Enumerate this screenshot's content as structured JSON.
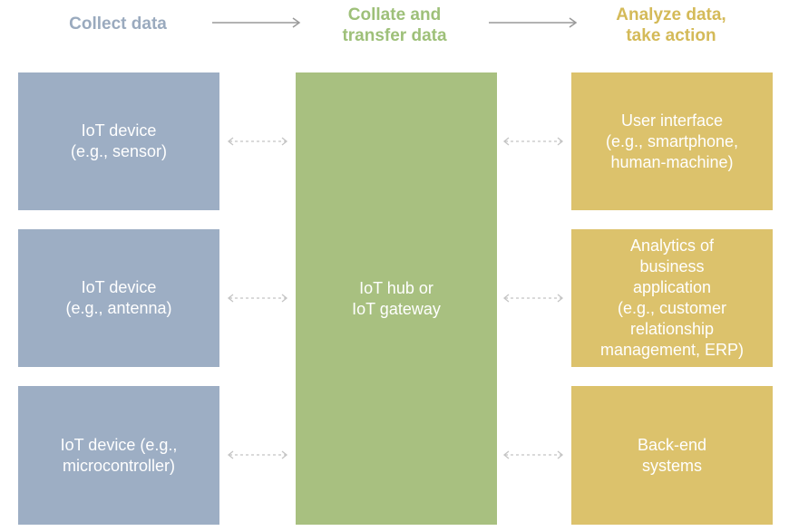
{
  "headers": {
    "collect": "Collect data",
    "collate": "Collate and\ntransfer data",
    "analyze": "Analyze data,\ntake action"
  },
  "devices": [
    "IoT device\n(e.g., sensor)",
    "IoT device\n(e.g., antenna)",
    "IoT device (e.g.,\nmicrocontroller)"
  ],
  "hub": "IoT hub or\nIoT gateway",
  "actions": [
    "User interface\n(e.g., smartphone,\nhuman-machine)",
    "Analytics of\nbusiness\napplication\n(e.g., customer\nrelationship\nmanagement, ERP)",
    "Back-end\nsystems"
  ],
  "colors": {
    "device": "#9daec4",
    "hub": "#a8c080",
    "action": "#dcc26c",
    "arrow": "#9a9a9a",
    "dashed_arrow": "#c4c4c4"
  }
}
